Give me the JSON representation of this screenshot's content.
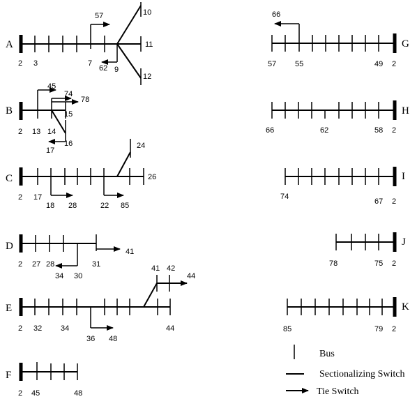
{
  "feeders": {
    "A": {
      "label": "A",
      "nodes": {
        "n2": "2",
        "n3": "3",
        "n7": "7",
        "n62": "62",
        "n9": "9",
        "n57": "57",
        "n10": "10",
        "n11": "11",
        "n12": "12"
      }
    },
    "B": {
      "label": "B",
      "nodes": {
        "n2": "2",
        "n13": "13",
        "n14": "14",
        "n45": "45",
        "n74": "74",
        "n15": "15",
        "n78": "78",
        "n16": "16",
        "n17": "17"
      }
    },
    "C": {
      "label": "C",
      "nodes": {
        "n2": "2",
        "n17": "17",
        "n18": "18",
        "n28": "28",
        "n22": "22",
        "n85": "85",
        "n24": "24",
        "n26": "26"
      }
    },
    "D": {
      "label": "D",
      "nodes": {
        "n2": "2",
        "n27": "27",
        "n28": "28",
        "n31": "31",
        "n41": "41",
        "n34": "34",
        "n30": "30"
      }
    },
    "E": {
      "label": "E",
      "nodes": {
        "n2": "2",
        "n32": "32",
        "n34": "34",
        "n36": "36",
        "n48": "48",
        "n41": "41",
        "n42": "42",
        "n44a": "44",
        "n44b": "44"
      }
    },
    "F": {
      "label": "F",
      "nodes": {
        "n2": "2",
        "n45": "45",
        "n48": "48"
      }
    },
    "G": {
      "label": "G",
      "nodes": {
        "n57": "57",
        "n55": "55",
        "n66": "66",
        "n49": "49",
        "n2": "2"
      }
    },
    "H": {
      "label": "H",
      "nodes": {
        "n66": "66",
        "n62": "62",
        "n58": "58",
        "n2": "2"
      }
    },
    "I": {
      "label": "I",
      "nodes": {
        "n74": "74",
        "n67": "67",
        "n2": "2"
      }
    },
    "J": {
      "label": "J",
      "nodes": {
        "n78": "78",
        "n75": "75",
        "n2": "2"
      }
    },
    "K": {
      "label": "K",
      "nodes": {
        "n85": "85",
        "n79": "79",
        "n2": "2"
      }
    }
  },
  "legend": {
    "bus": "Bus",
    "sectionalizing_switch": "Sectionalizing Switch",
    "tie_switch": "Tie Switch"
  }
}
